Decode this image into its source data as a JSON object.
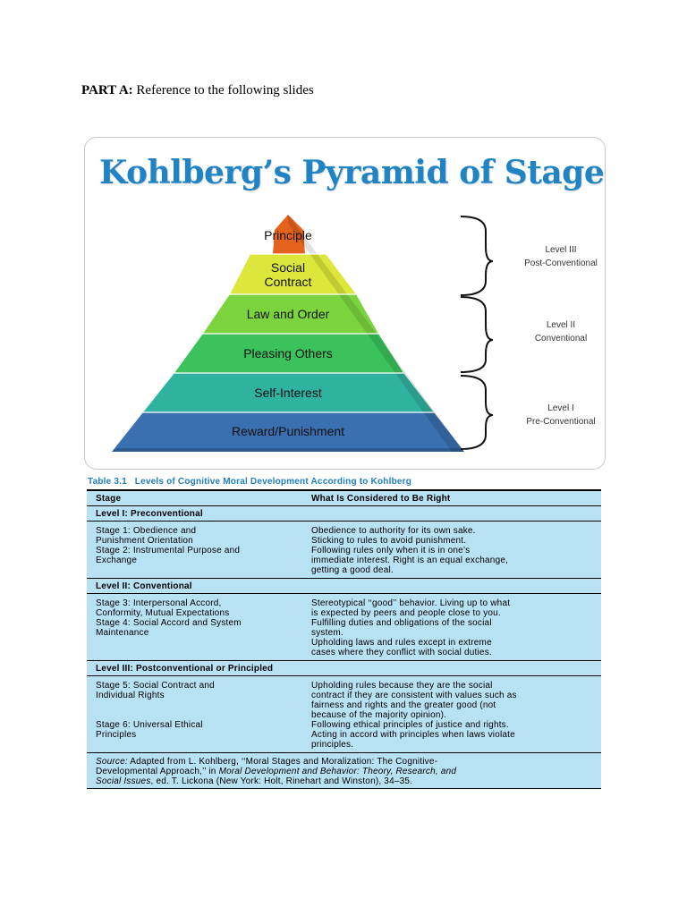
{
  "heading": {
    "bold": "PART A:",
    "text": " Reference to the following slides"
  },
  "slide": {
    "title": "Kohlberg’s Pyramid of Stages",
    "tiers": [
      {
        "label": "Principle",
        "color": "#e5621c"
      },
      {
        "label": "Social\nContract",
        "color": "#dde63a"
      },
      {
        "label": "Law and Order",
        "color": "#7bd43e"
      },
      {
        "label": "Pleasing Others",
        "color": "#3cc25c"
      },
      {
        "label": "Self-Interest",
        "color": "#2fb3a0"
      },
      {
        "label": "Reward/Punishment",
        "color": "#3a6fb0"
      }
    ],
    "levels": [
      {
        "line1": "Level III",
        "line2": "Post-Conventional"
      },
      {
        "line1": "Level II",
        "line2": "Conventional"
      },
      {
        "line1": "Level I",
        "line2": "Pre-Conventional"
      }
    ]
  },
  "table": {
    "title_num": "Table 3.1",
    "title_text": "Levels of Cognitive Moral Development According to Kohlberg",
    "col1": "Stage",
    "col2": "What Is Considered to Be Right",
    "groups": [
      {
        "level": "Level I: Preconventional",
        "left": [
          "Stage 1: Obedience and",
          "Punishment Orientation",
          "Stage 2: Instrumental Purpose and",
          "Exchange"
        ],
        "right": [
          "Obedience to authority for its own sake.",
          "Sticking to rules to avoid punishment.",
          "Following rules only when it is in one’s",
          "immediate interest. Right is an equal exchange,",
          "getting a good deal."
        ]
      },
      {
        "level": "Level II: Conventional",
        "left": [
          "Stage 3: Interpersonal Accord,",
          "Conformity, Mutual Expectations",
          "Stage 4: Social Accord and System",
          "Maintenance"
        ],
        "right": [
          "Stereotypical ‘‘good’’ behavior. Living up to what",
          "is expected by peers and people close to you.",
          "Fulfilling duties and obligations of the social",
          "system.",
          "Upholding laws and rules except in extreme",
          "cases where they conflict with social duties."
        ]
      },
      {
        "level": "Level III: Postconventional or Principled",
        "left": [
          "Stage 5: Social Contract and",
          "Individual Rights",
          "",
          "",
          "Stage 6: Universal Ethical",
          "Principles"
        ],
        "right": [
          "Upholding rules because they are the social",
          "contract if they are consistent with values such as",
          "fairness and rights and the greater good (not",
          "because of the majority opinion).",
          "Following ethical principles of justice and rights.",
          "Acting in accord with principles when laws violate",
          "principles."
        ]
      }
    ],
    "source": {
      "label": "Source:",
      "t1": " Adapted from L. Kohlberg, ‘‘Moral Stages and Moralization: The Cognitive-",
      "t2": "Developmental Approach,’’ in ",
      "italic": "Moral Development and Behavior: Theory, Research, and",
      "italic2": "Social Issues",
      "t3": ", ed. T. Lickona (New York: Holt, Rinehart and Winston), 34–35."
    }
  }
}
